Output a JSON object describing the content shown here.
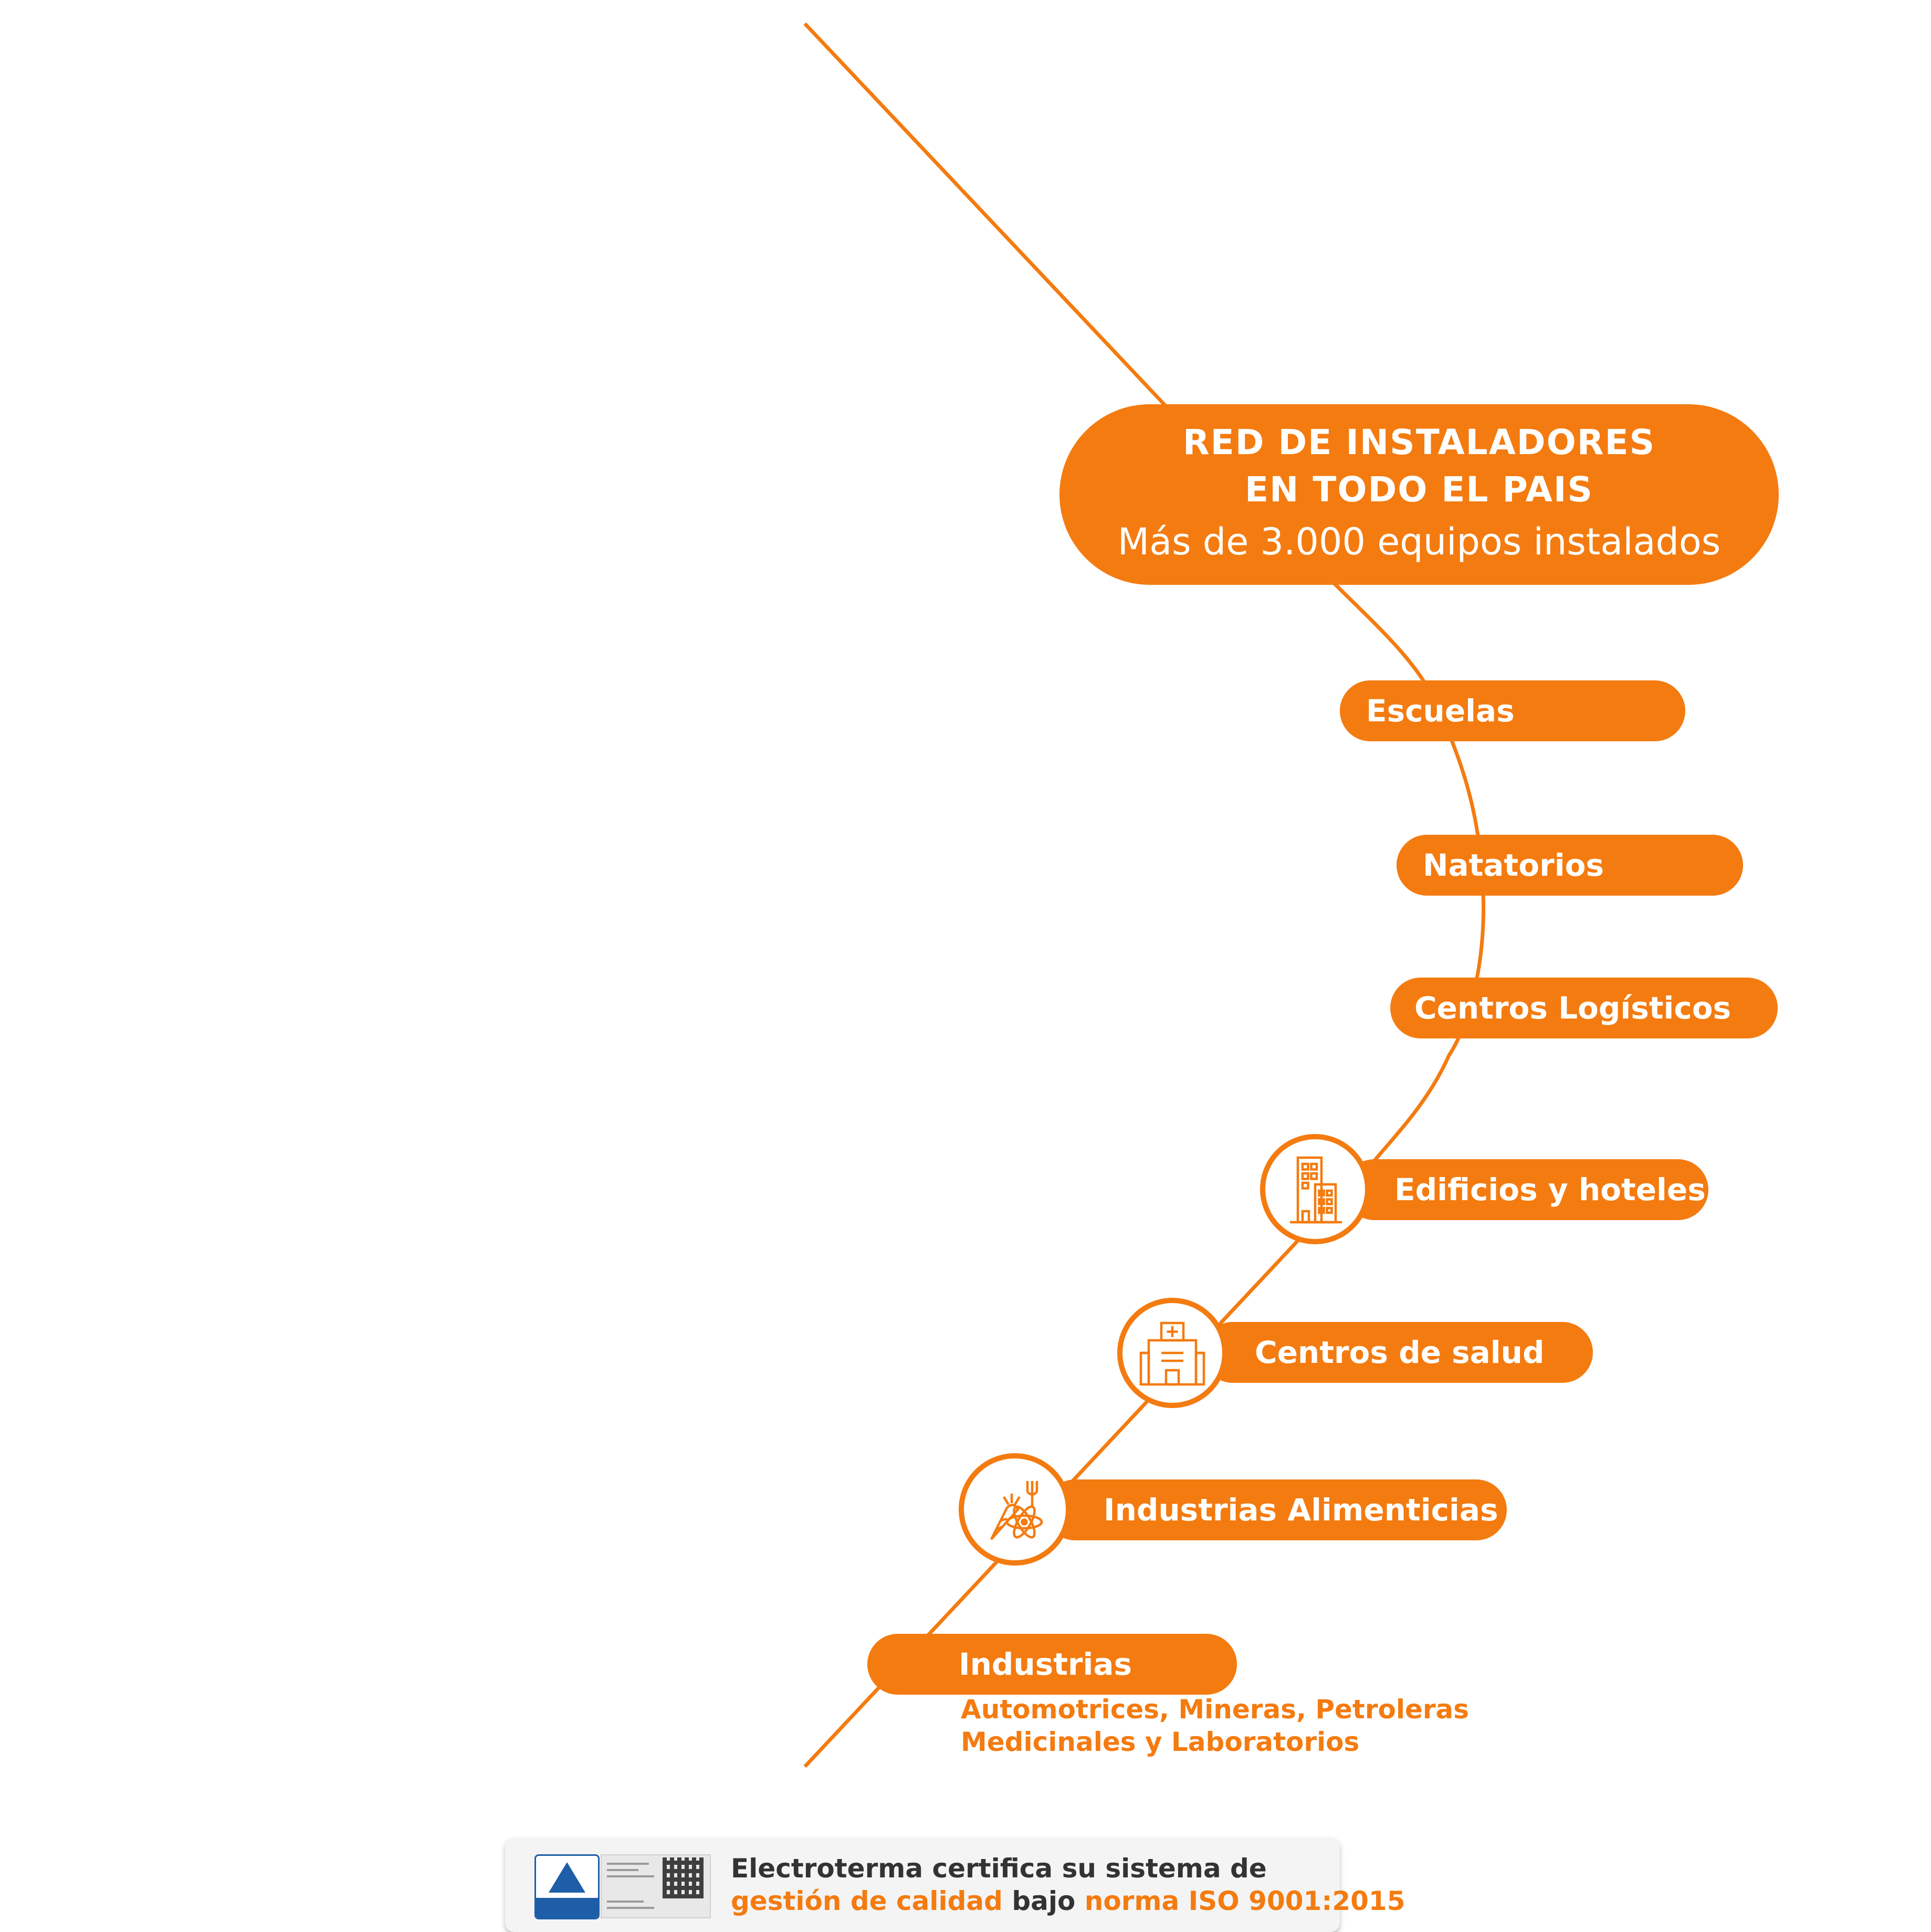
{
  "main": {
    "title_line1": "RED DE INSTALADORES",
    "title_line2": "EN TODO EL PAIS",
    "subtitle": "Más de 3.000 equipos instalados"
  },
  "categories": [
    {
      "label": "Escuelas"
    },
    {
      "label": "Natatorios"
    },
    {
      "label": "Centros Logísticos"
    },
    {
      "label": "Edificios y hoteles",
      "icon": "building-icon"
    },
    {
      "label": "Centros de salud",
      "icon": "hospital-icon"
    },
    {
      "label": "Industrias Alimenticias",
      "icon": "food-industry-icon"
    },
    {
      "label": "Industrias"
    }
  ],
  "industrias_sub": {
    "line1": "Automotrices, Mineras, Petroleras",
    "line2": "Medicinales y Laboratorios"
  },
  "certification": {
    "line1": "Electroterma certifica su sistema de",
    "highlight1": "gestión de calidad",
    "middle": " bajo ",
    "highlight2": "norma ISO 9001:2015"
  },
  "colors": {
    "accent": "#F47B10",
    "text": "#333333",
    "tuv_blue": "#1e5ea8"
  }
}
